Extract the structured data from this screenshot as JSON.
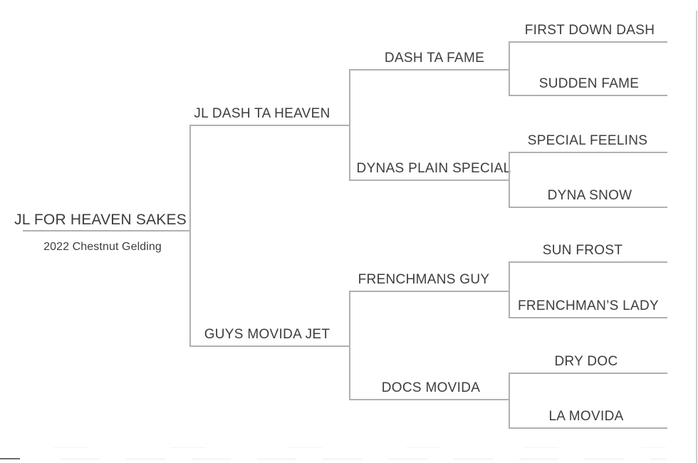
{
  "colors": {
    "text": "#3d3d3d",
    "line": "#b0b0b0",
    "frame_border": "#cccccc"
  },
  "subject": {
    "name": "JL FOR HEAVEN SAKES",
    "details": "2022 Chestnut Gelding"
  },
  "pedigree": {
    "sire": {
      "name": "JL DASH TA HEAVEN",
      "sire": {
        "name": "DASH TA FAME",
        "sire": {
          "name": "FIRST DOWN DASH"
        },
        "dam": {
          "name": "SUDDEN FAME"
        }
      },
      "dam": {
        "name": "DYNAS PLAIN SPECIAL",
        "sire": {
          "name": "SPECIAL FEELINS"
        },
        "dam": {
          "name": "DYNA SNOW"
        }
      }
    },
    "dam": {
      "name": "GUYS MOVIDA JET",
      "sire": {
        "name": "FRENCHMANS GUY",
        "sire": {
          "name": "SUN FROST"
        },
        "dam": {
          "name": "FRENCHMAN’S LADY"
        }
      },
      "dam": {
        "name": "DOCS MOVIDA",
        "sire": {
          "name": "DRY DOC"
        },
        "dam": {
          "name": "LA MOVIDA"
        }
      }
    }
  }
}
